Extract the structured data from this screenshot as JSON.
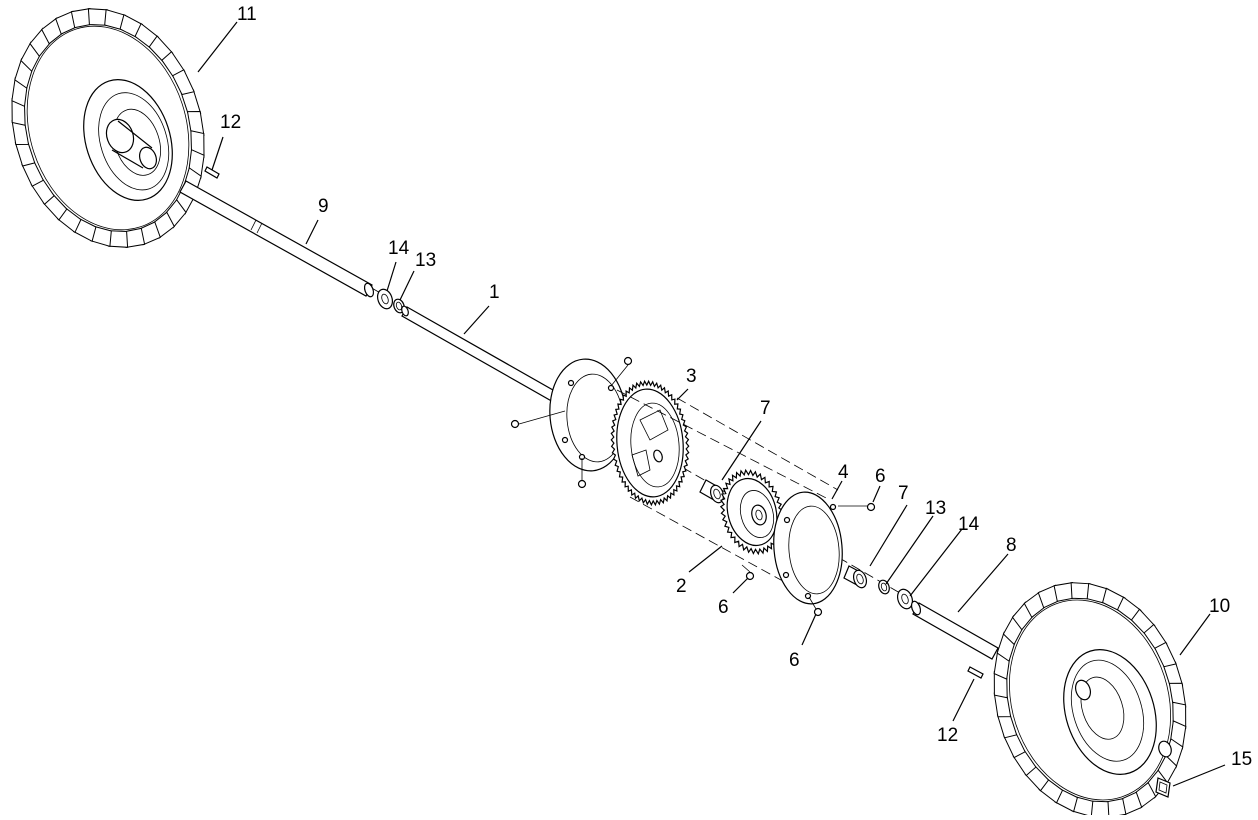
{
  "callouts": {
    "c1": "1",
    "c2": "2",
    "c3": "3",
    "c4": "4",
    "c6a": "6",
    "c6b": "6",
    "c6c": "6",
    "c7a": "7",
    "c7b": "7",
    "c8": "8",
    "c9": "9",
    "c10": "10",
    "c11": "11",
    "c12a": "12",
    "c12b": "12",
    "c13a": "13",
    "c13b": "13",
    "c14a": "14",
    "c14b": "14",
    "c15": "15"
  },
  "colors": {
    "line": "#000000",
    "background": "#ffffff"
  }
}
